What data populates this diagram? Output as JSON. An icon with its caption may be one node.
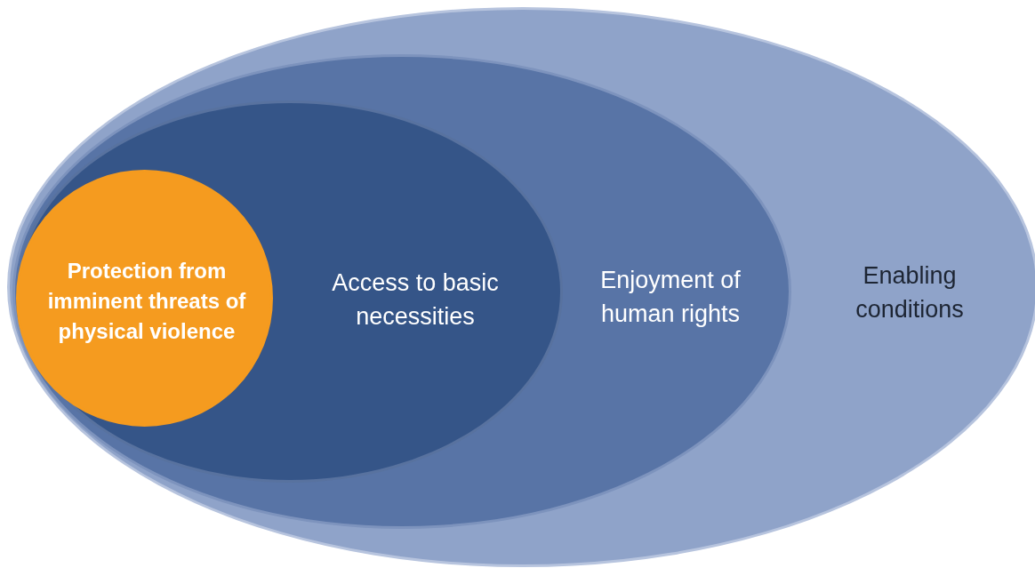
{
  "diagram": {
    "nodes": [
      {
        "text": [
          "Enabling conditions"
        ]
      },
      {
        "text": [
          "Enjoyment of human rights"
        ],
        "in": 0
      },
      {
        "text": [
          "Access to basic necessities"
        ],
        "in": 1
      },
      {
        "text": [
          "Protection from imminent threats of physical violence"
        ],
        "in": 2
      }
    ]
  }
}
